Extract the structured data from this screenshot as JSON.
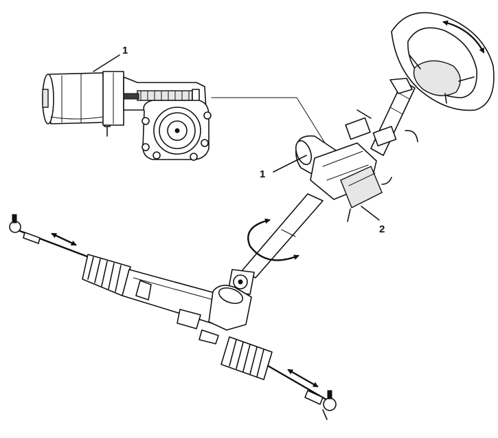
{
  "diagram": {
    "callouts": [
      {
        "id": "motor-inset",
        "label": "1"
      },
      {
        "id": "motor-assembly",
        "label": "1"
      },
      {
        "id": "control-unit",
        "label": "2"
      }
    ],
    "icons": {
      "wheel_rotation": "curved-double-arrow-icon",
      "shaft_rotation": "circular-double-arrow-icon",
      "left_travel": "double-arrow-icon",
      "right_travel": "double-arrow-icon"
    },
    "colors": {
      "ink": "#111111",
      "paper": "#ffffff"
    }
  }
}
